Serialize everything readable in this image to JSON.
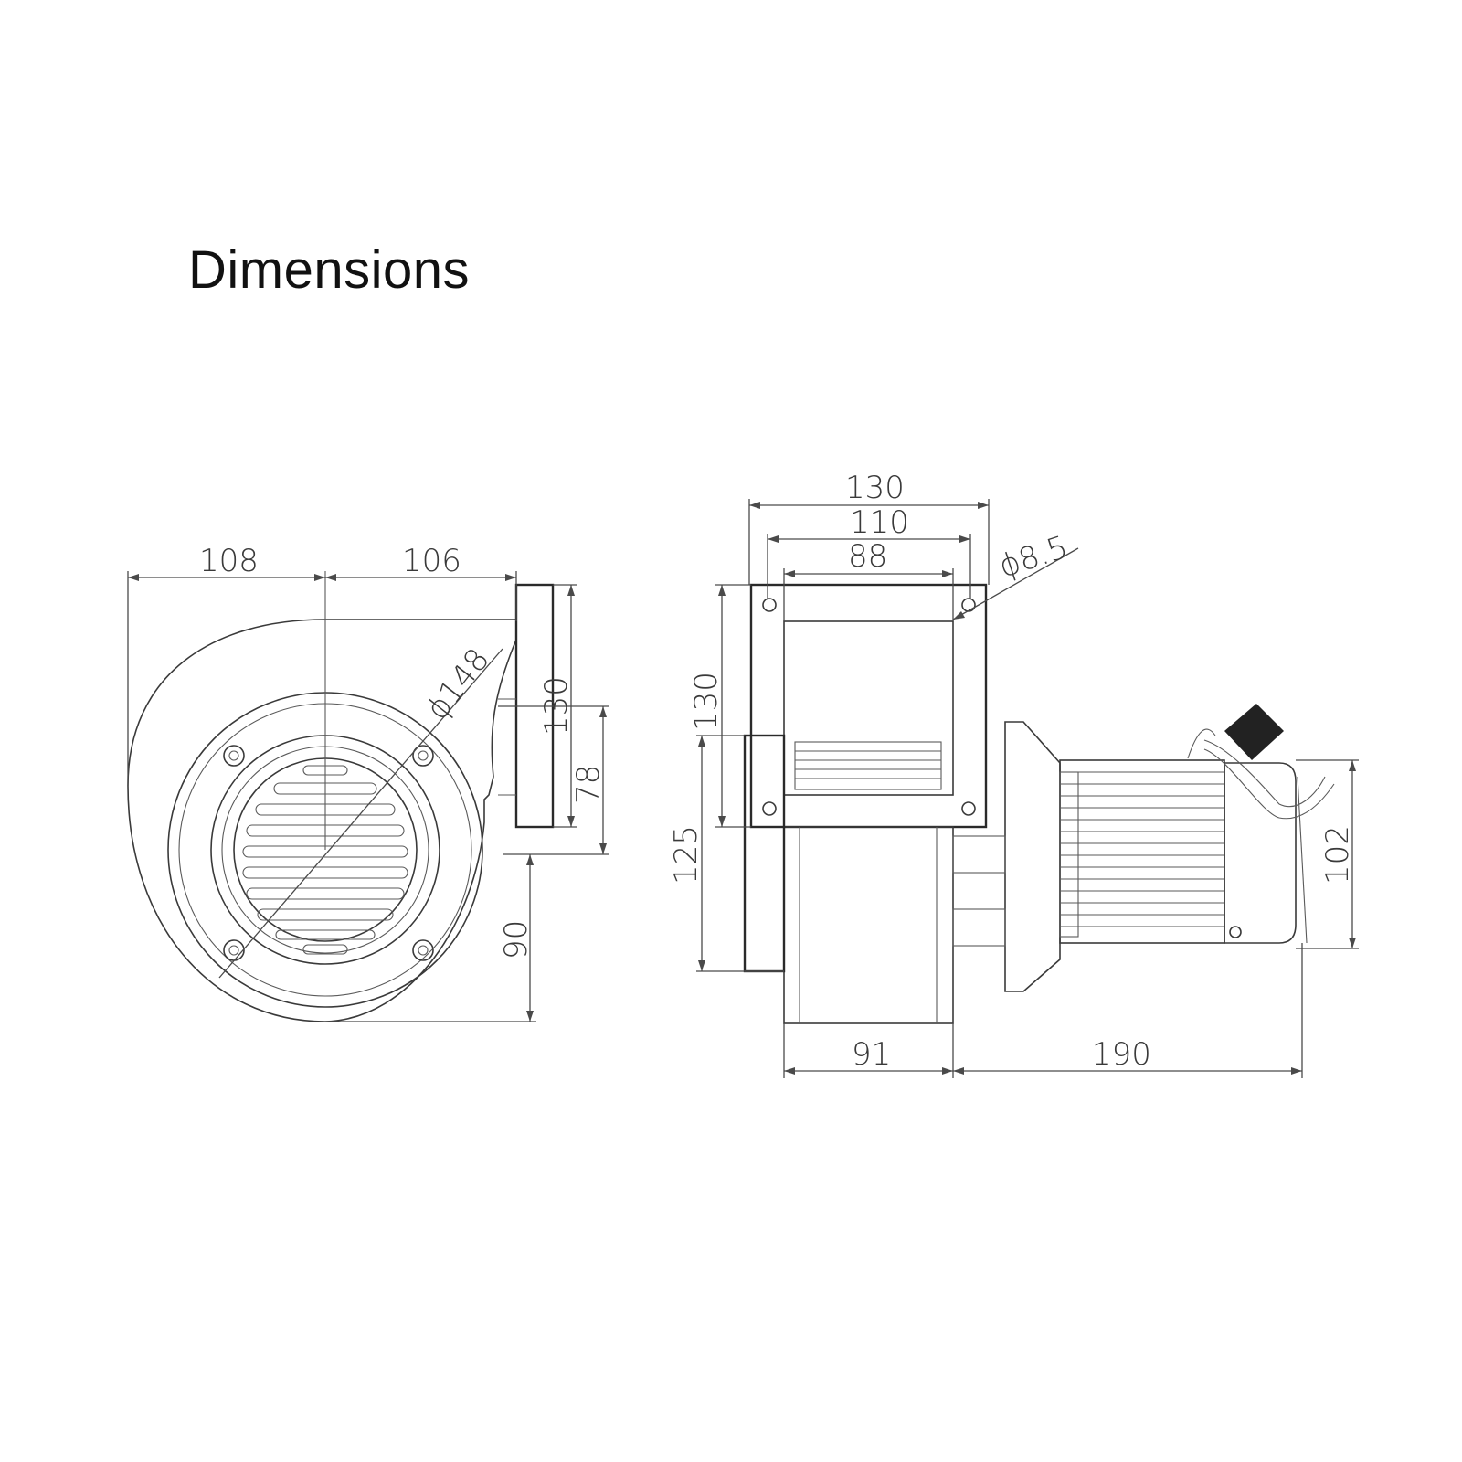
{
  "title": "Dimensions",
  "colors": {
    "line": "#3a3a3a",
    "background": "#ffffff"
  },
  "front_view": {
    "width_left": "108",
    "width_right": "106",
    "diameter": "ϕ148",
    "outlet_height": "130",
    "outlet_offset": "78",
    "center_to_bottom": "90"
  },
  "side_view": {
    "flange_width": "130",
    "hole_spacing": "110",
    "outlet_width": "88",
    "hole_diameter": "ϕ8.5",
    "flange_height": "130",
    "inlet_height": "125",
    "housing_depth": "91",
    "motor_length": "190",
    "motor_height": "102"
  }
}
